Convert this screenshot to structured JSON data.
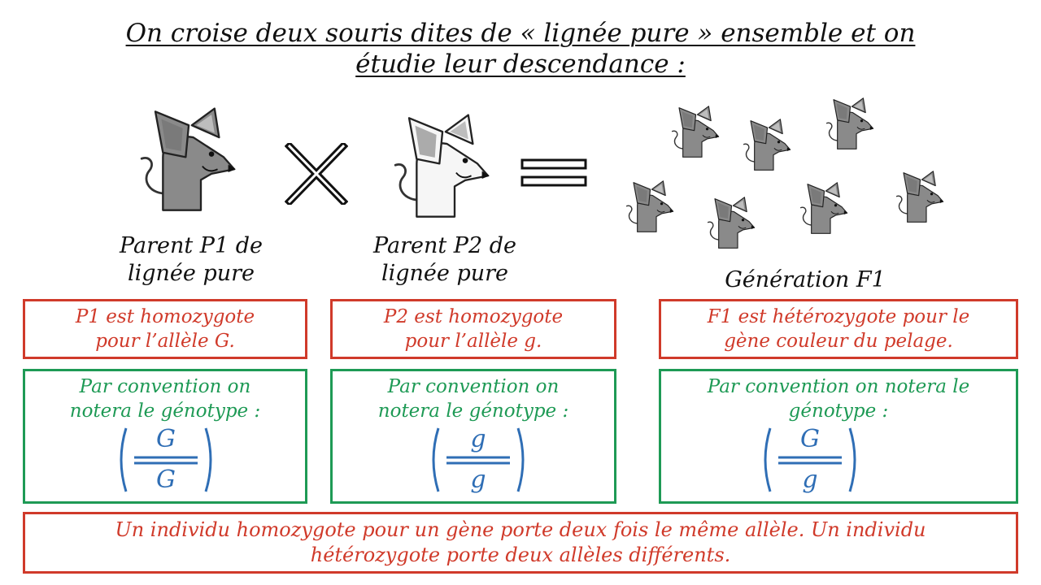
{
  "title": {
    "line1": "On croise deux souris dites de « lignée pure » ensemble et on",
    "line2": "étudie leur descendance :"
  },
  "parents": {
    "p1": {
      "line1": "Parent P1 de",
      "line2": "lignée pure"
    },
    "p2": {
      "line1": "Parent P2 de",
      "line2": "lignée pure"
    },
    "f1": {
      "label": "Génération F1"
    }
  },
  "boxes": {
    "p1_status": {
      "line1": "P1 est homozygote",
      "line2": "pour l’allèle G."
    },
    "p2_status": {
      "line1": "P2 est homozygote",
      "line2": "pour l’allèle g."
    },
    "f1_status": {
      "line1": "F1 est hétérozygote pour le",
      "line2": "gène couleur du pelage."
    },
    "p1_convention": {
      "line1": "Par convention on",
      "line2": "notera le génotype :",
      "top": "G",
      "bottom": "G"
    },
    "p2_convention": {
      "line1": "Par convention on",
      "line2": "notera le génotype :",
      "top": "g",
      "bottom": "g"
    },
    "f1_convention": {
      "line1": "Par convention on notera le",
      "line2": "génotype :",
      "top": "G",
      "bottom": "g"
    }
  },
  "definition": {
    "line1": "Un individu homozygote pour un gène porte deux fois le même allèle. Un individu",
    "line2": "hétérozygote porte deux allèles différents."
  },
  "colors": {
    "red": "#d03a2a",
    "green": "#1e9a55",
    "blue": "#2f6eb5",
    "mouse_grey": "#8a8a8a",
    "mouse_white": "#f6f6f6"
  }
}
